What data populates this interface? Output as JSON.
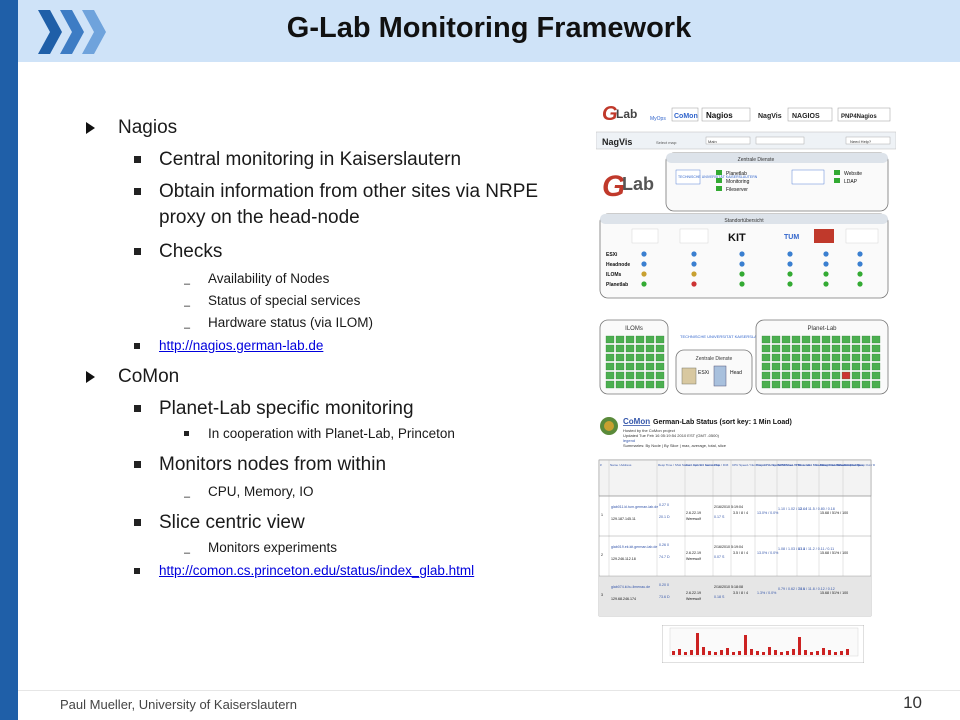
{
  "header": {
    "title": "G-Lab Monitoring Framework"
  },
  "footer": {
    "author": "Paul Mueller, University of Kaiserslautern",
    "page_number": "10"
  },
  "colors": {
    "accent_blue": "#1f5fa8",
    "header_bg": "#cfe3f8"
  },
  "content": {
    "nagios": {
      "label": "Nagios",
      "items": [
        {
          "text": "Central monitoring in Kaiserslautern"
        },
        {
          "text": "Obtain information from other sites via NRPE proxy on the head-node"
        },
        {
          "text": "Checks",
          "subitems": [
            "Availability of Nodes",
            "Status of special services",
            "Hardware status (via ILOM)"
          ]
        }
      ],
      "link": "http://nagios.german-lab.de"
    },
    "comon": {
      "label": "CoMon",
      "items": [
        {
          "text": "Planet-Lab specific monitoring",
          "subitems": [
            "In cooperation with Planet-Lab, Princeton"
          ]
        },
        {
          "text": "Monitors nodes from within",
          "subitems": [
            "CPU, Memory, IO"
          ]
        },
        {
          "text": "Slice centric view",
          "subitems": [
            "Monitors experiments"
          ]
        }
      ],
      "link": "http://comon.cs.princeton.edu/status/index_glab.html"
    }
  },
  "nagios_screenshot": {
    "top_logos": [
      "MyOps",
      "CoMon",
      "Nagios",
      "NagVis",
      "NAGIOS",
      "PNP4Nagios"
    ],
    "nagvis_label": "NagVis",
    "toolbar": [
      "Select map:",
      "Main",
      "Need Help?"
    ],
    "zentrale_dienste_title": "Zentrale Dienste",
    "services_left": [
      "Planetlab",
      "Monitoring",
      "Fileserver"
    ],
    "services_right": [
      "Website",
      "LDAP"
    ],
    "standort_title": "Standortübersicht",
    "standort_rows": [
      "ESXi",
      "Headnode",
      "ILOMs",
      "Planetlab"
    ],
    "iloms_title": "ILOMs",
    "planetlab_title": "Planet-Lab",
    "zentrale_small_title": "Zentrale Dienste",
    "esxi_label": "ESXi",
    "head_label": "Head",
    "tu_label": "TECHNISCHE UNIVERSITÄT KAISERSLAUTERN",
    "kit_label": "KIT",
    "tum_label": "TUM"
  },
  "comon_screenshot": {
    "title": "German-Lab Status (sort key: 1 Min Load)",
    "brand": "CoMon",
    "meta_lines": [
      "Hosted by the CoMon project",
      "Updated Tue Feb 16 05:19:54 2010 EST (GMT -0500)",
      "legend",
      "Summaries: By Node | By Slice | max, average, total, slice"
    ],
    "columns": [
      "#",
      "Name / Address",
      "Resp Time / SSH Status / Uptime / Last CoTop",
      "Kern Ver / FC Name",
      "Date / Drift",
      "CPU Speed / Num Cores / Cores Per CPU",
      "Busy CPU / Sys CPU / Free CPU",
      "1 Min Load / 5 Min Load / Num Slices / Live Slices",
      "Timer Max / Timer Avg / Conn Max / Conn Avg",
      "Mem Size / Mem Act / Free Mem",
      "Swap In / Swap Out / Disk In / Disk Out"
    ],
    "rows": [
      {
        "num": "1",
        "name": "glab011.kl.tum.german-lab.de",
        "addr": "129.187.145.11",
        "resp": "0.27 0",
        "up": "20.1 D",
        "kern": "2.6.22.19",
        "fc": "Werewolf",
        "date": "2/16/2010 5:19:04",
        "drift": "0.17 S",
        "cpu": "3.5 / 8 / 4",
        "busy": "13.0% / 0.0%",
        "load": "1.10 / 1.02 / 13 / 4",
        "timer": "12.4 / 11.5 / 0.80 / 0.18",
        "mem": "15.68 / 51% / 100"
      },
      {
        "num": "2",
        "name": "glab019.ek.kit.german-lab.de",
        "addr": "129.246.112.18",
        "resp": "0.26 0",
        "up": "74.7 D",
        "kern": "2.6.22.19",
        "fc": "Werewolf",
        "date": "2/16/2010 5:19:04",
        "drift": "0.07 S",
        "cpu": "3.5 / 8 / 4",
        "busy": "13.0% / 0.0%",
        "load": "1.08 / 1.03 / 8 / 3",
        "timer": "13.4 / 11.2 / 0.11 / 0.11",
        "mem": "15.68 / 51% / 100"
      },
      {
        "num": "3",
        "name": "glab074.kl.tu-ilmenau.de",
        "addr": "129.68.246.174",
        "resp": "0.20 0",
        "up": "73.6 D",
        "kern": "2.6.22.19",
        "fc": "Werewolf",
        "date": "2/16/2010 5:18:08",
        "drift": "0.18 S",
        "cpu": "3.5 / 8 / 4",
        "busy": "1.3% / 0.0%",
        "load": "0.79 / 0.62 / 7 / 1",
        "timer": "18.6 / 11.8 / 0.12 / 0.12",
        "mem": "15.68 / 51% / 100"
      }
    ]
  }
}
